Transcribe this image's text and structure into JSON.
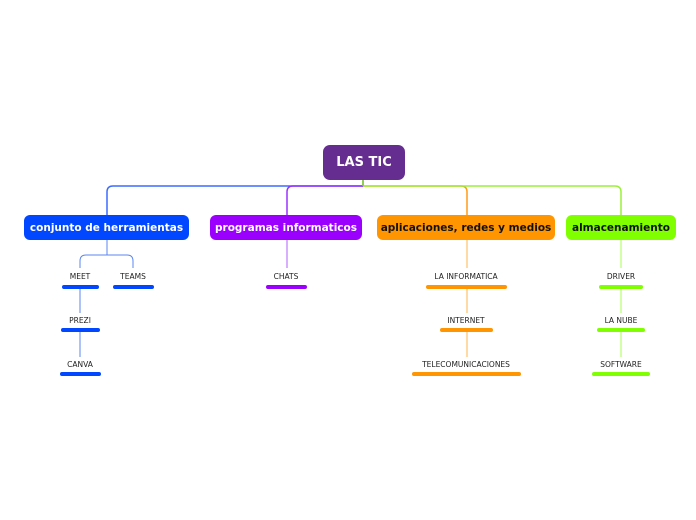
{
  "root": {
    "label": "LAS TIC",
    "color": "#662d91"
  },
  "branches": [
    {
      "label": "conjunto de herramientas",
      "color": "#0047ff",
      "text_color": "#ffffff",
      "children": [
        "MEET",
        "TEAMS",
        "PREZI",
        "CANVA"
      ]
    },
    {
      "label": "programas informaticos",
      "color": "#9b00ff",
      "text_color": "#ffffff",
      "children": [
        "CHATS"
      ]
    },
    {
      "label": "aplicaciones, redes y medios",
      "color": "#ff9500",
      "text_color": "#111111",
      "children": [
        "LA INFORMATICA",
        "INTERNET",
        "TELECOMUNICACIONES"
      ]
    },
    {
      "label": "almacenamiento",
      "color": "#80ff00",
      "text_color": "#111111",
      "children": [
        "DRIVER",
        "LA NUBE",
        "SOFTWARE"
      ]
    }
  ]
}
